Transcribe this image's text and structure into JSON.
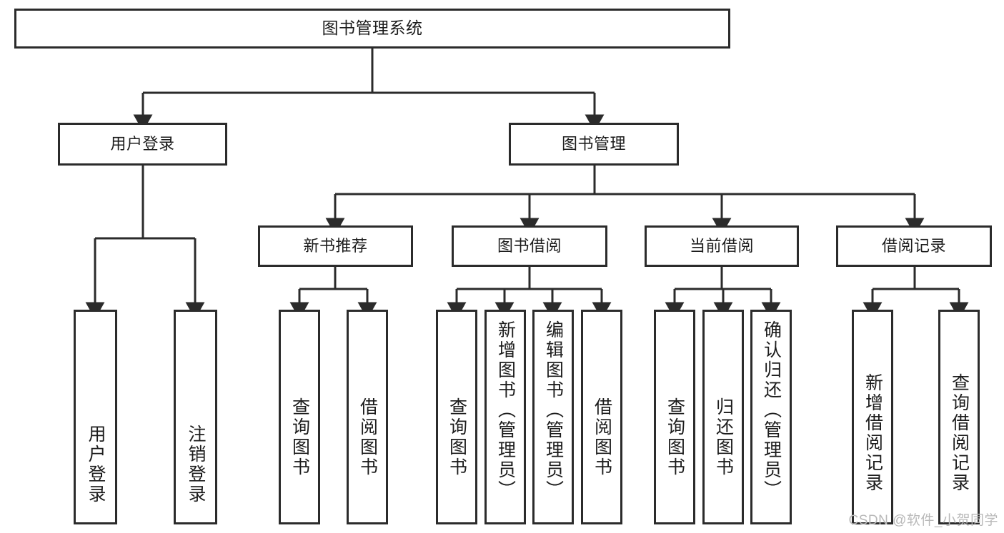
{
  "diagram": {
    "title": "图书管理系统",
    "type": "tree-hierarchy-chart",
    "root": {
      "label": "图书管理系统"
    },
    "level1": [
      {
        "label": "用户登录"
      },
      {
        "label": "图书管理"
      }
    ],
    "level2": [
      {
        "label": "新书推荐"
      },
      {
        "label": "图书借阅"
      },
      {
        "label": "当前借阅"
      },
      {
        "label": "借阅记录"
      }
    ],
    "leaves": {
      "user_login": [
        {
          "label": "用户登录"
        },
        {
          "label": "注销登录"
        }
      ],
      "new_book_recommend": [
        {
          "label": "查询图书"
        },
        {
          "label": "借阅图书"
        }
      ],
      "book_borrow": [
        {
          "label": "查询图书"
        },
        {
          "label": "新增图书（管理员）"
        },
        {
          "label": "编辑图书（管理员）"
        },
        {
          "label": "借阅图书"
        }
      ],
      "current_borrow": [
        {
          "label": "查询图书"
        },
        {
          "label": "归还图书"
        },
        {
          "label": "确认归还（管理员）"
        }
      ],
      "borrow_record": [
        {
          "label": "新增借阅记录"
        },
        {
          "label": "查询借阅记录"
        }
      ]
    }
  },
  "watermark": {
    "text": "CSDN @软件_小贺同学"
  },
  "colors": {
    "border": "#2b2b2b",
    "background": "#ffffff",
    "text": "#1c1c1c",
    "watermark": "#b9b9b9"
  }
}
